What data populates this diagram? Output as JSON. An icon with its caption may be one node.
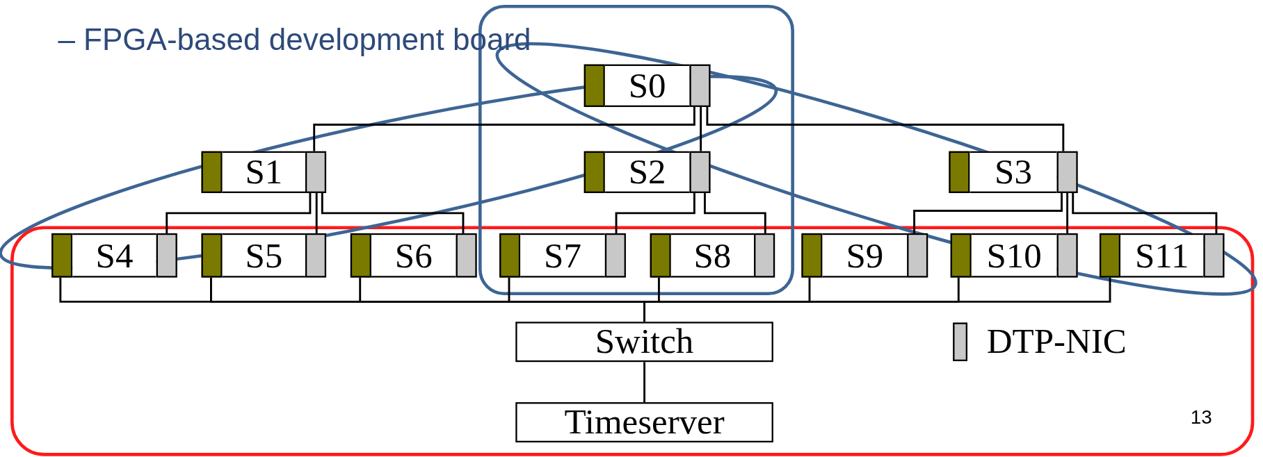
{
  "diagram": {
    "title": "– FPGA-based development board",
    "nodes": [
      {
        "text": [
          "S0"
        ]
      },
      {
        "text": [
          "S1"
        ]
      },
      {
        "text": [
          "S2"
        ]
      },
      {
        "text": [
          "S3"
        ]
      },
      {
        "text": [
          "S4"
        ]
      },
      {
        "text": [
          "S5"
        ]
      },
      {
        "text": [
          "S6"
        ]
      },
      {
        "text": [
          "S7"
        ]
      },
      {
        "text": [
          "S8"
        ]
      },
      {
        "text": [
          "S9"
        ]
      },
      {
        "text": [
          "S10"
        ]
      },
      {
        "text": [
          "S11"
        ]
      },
      {
        "text": [
          "Switch"
        ]
      },
      {
        "text": [
          "Timeserver"
        ]
      }
    ],
    "edges": [
      {
        "from": 0,
        "to": 1,
        "arrow": "none"
      },
      {
        "from": 0,
        "to": 2,
        "arrow": "none"
      },
      {
        "from": 0,
        "to": 3,
        "arrow": "none"
      },
      {
        "from": 1,
        "to": 4,
        "arrow": "none"
      },
      {
        "from": 1,
        "to": 5,
        "arrow": "none"
      },
      {
        "from": 1,
        "to": 6,
        "arrow": "none"
      },
      {
        "from": 2,
        "to": 7,
        "arrow": "none"
      },
      {
        "from": 2,
        "to": 8,
        "arrow": "none"
      },
      {
        "from": 3,
        "to": 9,
        "arrow": "none"
      },
      {
        "from": 3,
        "to": 10,
        "arrow": "none"
      },
      {
        "from": 3,
        "to": 11,
        "arrow": "none"
      },
      {
        "from": 4,
        "to": 12,
        "arrow": "none"
      },
      {
        "from": 5,
        "to": 12,
        "arrow": "none"
      },
      {
        "from": 6,
        "to": 12,
        "arrow": "none"
      },
      {
        "from": 7,
        "to": 12,
        "arrow": "none"
      },
      {
        "from": 8,
        "to": 12,
        "arrow": "none"
      },
      {
        "from": 9,
        "to": 12,
        "arrow": "none"
      },
      {
        "from": 10,
        "to": 12,
        "arrow": "none"
      },
      {
        "from": 11,
        "to": 12,
        "arrow": "none"
      },
      {
        "from": 12,
        "to": 13,
        "arrow": "none"
      }
    ],
    "labels": [
      "13"
    ],
    "legend": [
      {
        "text": "DTP-NIC",
        "color": "#c8c8c8"
      }
    ]
  }
}
